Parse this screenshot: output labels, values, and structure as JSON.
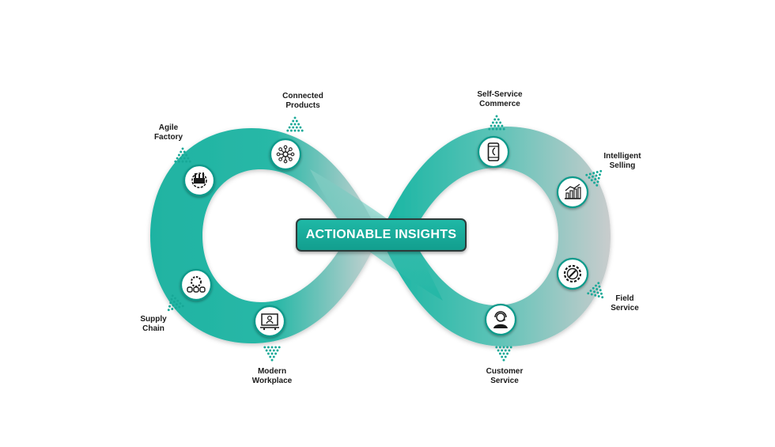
{
  "center": {
    "label": "ACTIONABLE INSIGHTS"
  },
  "colors": {
    "teal": "#16b3a1",
    "teal_dark": "#0f9a8b",
    "grey": "#c7cbcc",
    "dot": "#17a897"
  },
  "segments": [
    {
      "key": "agile-factory",
      "label": "Agile\nFactory",
      "icon": "factory-gear-icon"
    },
    {
      "key": "connected-products",
      "label": "Connected\nProducts",
      "icon": "network-hub-icon"
    },
    {
      "key": "self-service-commerce",
      "label": "Self-Service\nCommerce",
      "icon": "mobile-phone-icon"
    },
    {
      "key": "intelligent-selling",
      "label": "Intelligent\nSelling",
      "icon": "bar-chart-icon"
    },
    {
      "key": "field-service",
      "label": "Field\nService",
      "icon": "wrench-gear-icon"
    },
    {
      "key": "customer-service",
      "label": "Customer\nService",
      "icon": "headset-agent-icon"
    },
    {
      "key": "modern-workplace",
      "label": "Modern\nWorkplace",
      "icon": "video-conference-icon"
    },
    {
      "key": "supply-chain",
      "label": "Supply\nChain",
      "icon": "gear-chain-icon"
    }
  ]
}
